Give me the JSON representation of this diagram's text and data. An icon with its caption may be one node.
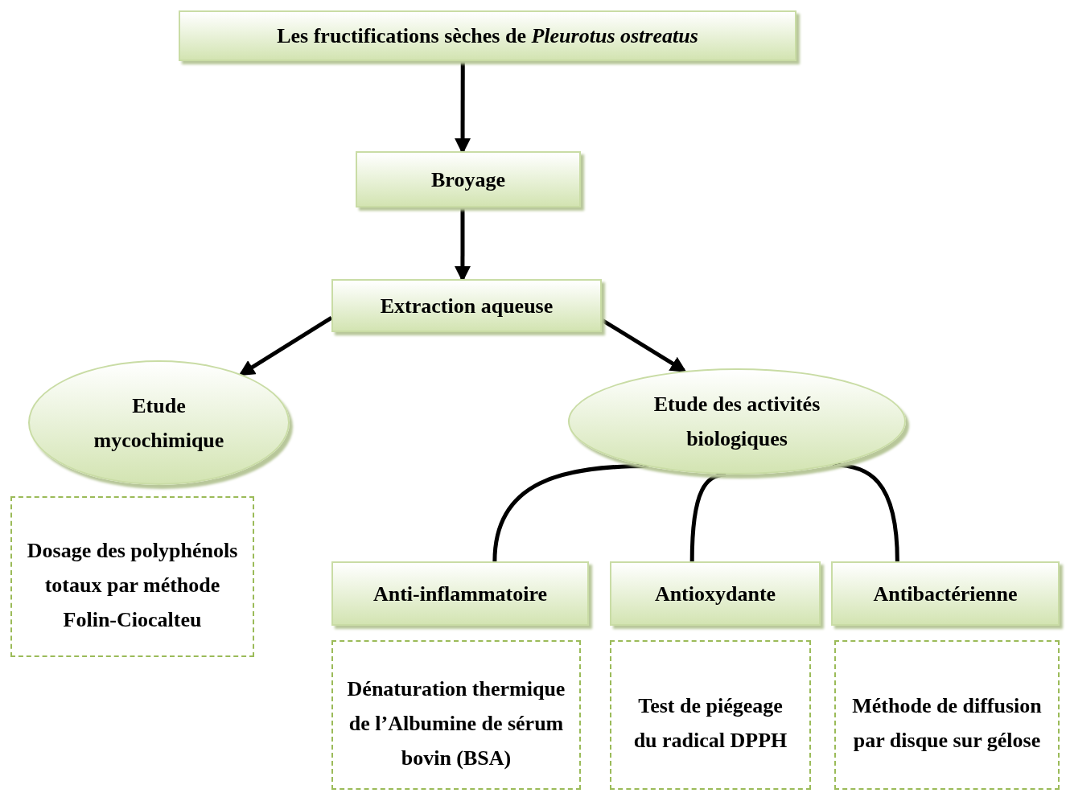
{
  "diagram": {
    "nodes": [
      {
        "text": [
          "Les fructifications sèches de *Pleurotus ostreatus*"
        ]
      },
      {
        "text": [
          "Broyage"
        ]
      },
      {
        "text": [
          "Extraction aqueuse"
        ]
      },
      {
        "text": [
          "Etude mycochimique"
        ]
      },
      {
        "text": [
          "Dosage des polyphénols totaux par méthode Folin-Ciocalteu"
        ]
      },
      {
        "text": [
          "Etude des activités biologiques"
        ]
      },
      {
        "text": [
          "Anti-inflammatoire"
        ]
      },
      {
        "text": [
          "Antioxydante"
        ]
      },
      {
        "text": [
          "Antibactérienne"
        ]
      },
      {
        "text": [
          "Dénaturation thermique de l’Albumine de sérum bovin (BSA)"
        ]
      },
      {
        "text": [
          "Test de piégeage du radical DPPH"
        ]
      },
      {
        "text": [
          "Méthode de diffusion par disque sur gélose"
        ]
      }
    ],
    "edges": [
      {
        "from": 0,
        "to": 1,
        "arrow": "to"
      },
      {
        "from": 1,
        "to": 2,
        "arrow": "to"
      },
      {
        "from": 2,
        "to": 3,
        "arrow": "to"
      },
      {
        "from": 2,
        "to": 5,
        "arrow": "to"
      },
      {
        "from": 5,
        "to": 6,
        "arrow": "none"
      },
      {
        "from": 5,
        "to": 7,
        "arrow": "none"
      },
      {
        "from": 5,
        "to": 8,
        "arrow": "none"
      }
    ]
  }
}
